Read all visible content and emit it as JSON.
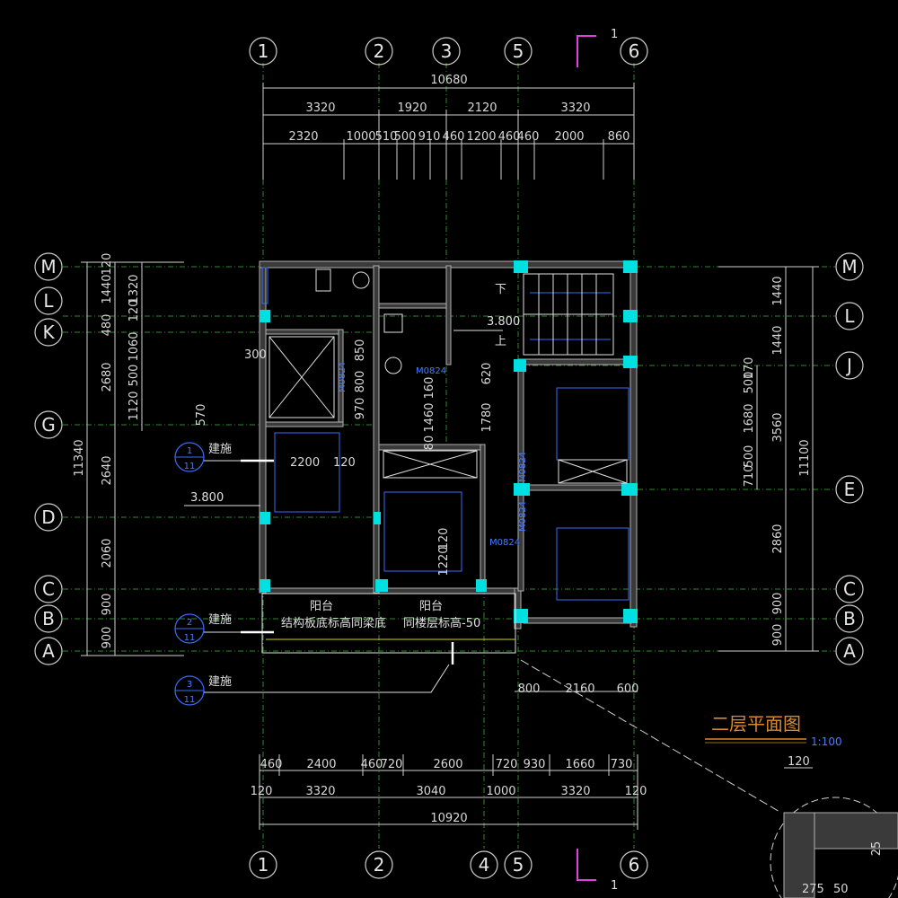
{
  "axes_top": [
    "1",
    "2",
    "3",
    "5",
    "6"
  ],
  "axes_bottom": [
    "1",
    "2",
    "4",
    "5",
    "6"
  ],
  "axes_left": [
    "M",
    "L",
    "K",
    "G",
    "D",
    "C",
    "B",
    "A"
  ],
  "axes_right": [
    "M",
    "L",
    "J",
    "E",
    "C",
    "B",
    "A"
  ],
  "section_mark": "1",
  "top_dims": {
    "overall": "10680",
    "row1": [
      "3320",
      "1920",
      "2120",
      "3320"
    ],
    "row2": [
      "2320",
      "1000",
      "510",
      "500",
      "910",
      "460",
      "1200",
      "460",
      "460",
      "2000",
      "860"
    ]
  },
  "bottom_dims": {
    "row_small": [
      "800",
      "2160",
      "600"
    ],
    "row1": [
      "460",
      "2400",
      "460",
      "720",
      "2600",
      "720",
      "930",
      "1660",
      "730"
    ],
    "row2": [
      "120",
      "3320",
      "3040",
      "1000",
      "3320",
      "120"
    ],
    "overall": "10920"
  },
  "left_dims": {
    "overall": "11340",
    "outer": [
      "1440",
      "480",
      "2680",
      "2640",
      "2060",
      "900",
      "900"
    ],
    "inner_top": [
      "120",
      "1320",
      "120"
    ],
    "inner": [
      "1060",
      "500",
      "1120"
    ],
    "misc": [
      "300",
      "570"
    ]
  },
  "right_dims": {
    "overall": "11100",
    "outer": [
      "1440",
      "1440",
      "3560",
      "2860",
      "900",
      "900"
    ],
    "inner": [
      "170",
      "500",
      "1680",
      "500",
      "710"
    ]
  },
  "interior": {
    "elev1": "3.800",
    "elev2": "3.800",
    "d1": "850",
    "d2": "800",
    "d3": "970",
    "d4": "620",
    "d5": "1780",
    "d6": "160",
    "d7": "1460",
    "d8": "80",
    "d9": "2200",
    "d10": "120",
    "d11": "1220",
    "d12": "120",
    "door_tag": "M0824",
    "stair_down": "下",
    "stair_up": "上"
  },
  "balcony": {
    "label_left": "阳台",
    "label_right": "阳台",
    "note_left": "结构板底标高同梁底",
    "note_right": "同楼层标高-50"
  },
  "callouts": [
    {
      "num": "1",
      "sheet": "11",
      "text": "建施"
    },
    {
      "num": "2",
      "sheet": "11",
      "text": "建施"
    },
    {
      "num": "3",
      "sheet": "11",
      "text": "建施"
    }
  ],
  "title": "二层平面图",
  "scale": "1:100",
  "detail_dims": [
    "120",
    "275",
    "50",
    "25"
  ]
}
